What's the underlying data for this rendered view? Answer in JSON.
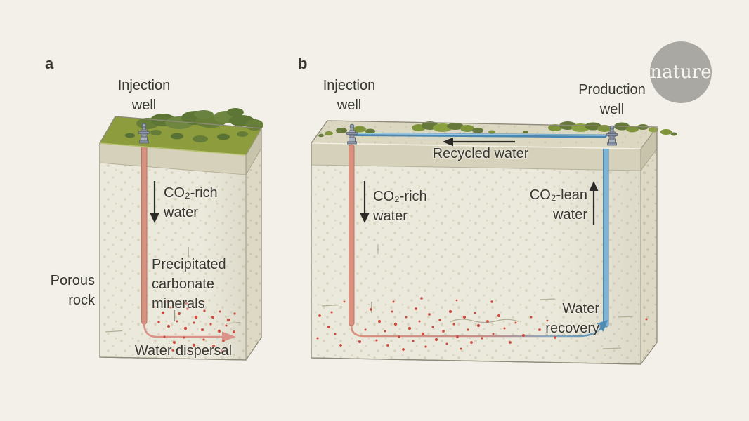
{
  "panel_a": {
    "letter": "a",
    "injection_well_label": "Injection\nwell",
    "co2_rich_label": "CO₂-rich\nwater",
    "porous_rock_label": "Porous\nrock",
    "precipitated_label": "Precipitated\ncarbonate\nminerals",
    "water_dispersal_label": "Water dispersal"
  },
  "panel_b": {
    "letter": "b",
    "injection_well_label": "Injection\nwell",
    "production_well_label": "Production\nwell",
    "recycled_water_label": "Recycled water",
    "co2_rich_label": "CO₂-rich\nwater",
    "co2_lean_label": "CO₂-lean\nwater",
    "water_recovery_label": "Water\nrecovery"
  },
  "logo": {
    "text": "nature"
  },
  "colors": {
    "background": "#f2f0e9",
    "rock_front": "#ebe9db",
    "rock_side": "#ded9c5",
    "soil_band": "#d6d1ba",
    "soil_band_side": "#c8c3ab",
    "grass_top": "#8d9d3d",
    "tree_green_dark": "#5d7636",
    "tree_green_mid": "#6e8640",
    "surface_top_b": "#dbd7c1",
    "injection_pipe_red": "#d8917f",
    "production_pipe_blue": "#7fb2d3",
    "surface_pipe_blue": "#4a87b0",
    "mineral_dot_red": "#cc4a3e",
    "dispersal_arrow_pink": "#db9289",
    "arrow_black": "#2b2a26",
    "label_text": "#38372f",
    "logo_gray": "#a9a8a3"
  }
}
